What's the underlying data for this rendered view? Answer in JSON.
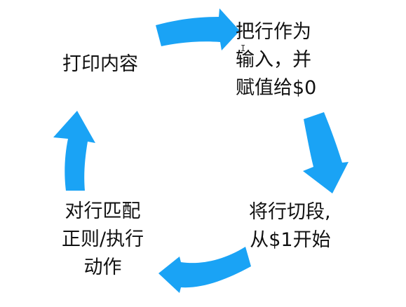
{
  "diagram": {
    "accent_color": "#1aa3f5",
    "steps": [
      {
        "lines": [
          "把行作为",
          "输入，并",
          "赋值给$0"
        ]
      },
      {
        "lines": [
          "将行切段,",
          "从$1开始"
        ]
      },
      {
        "lines": [
          "对行匹配",
          "正则/执行",
          "动作"
        ]
      },
      {
        "lines": [
          "打印内容"
        ]
      }
    ]
  }
}
